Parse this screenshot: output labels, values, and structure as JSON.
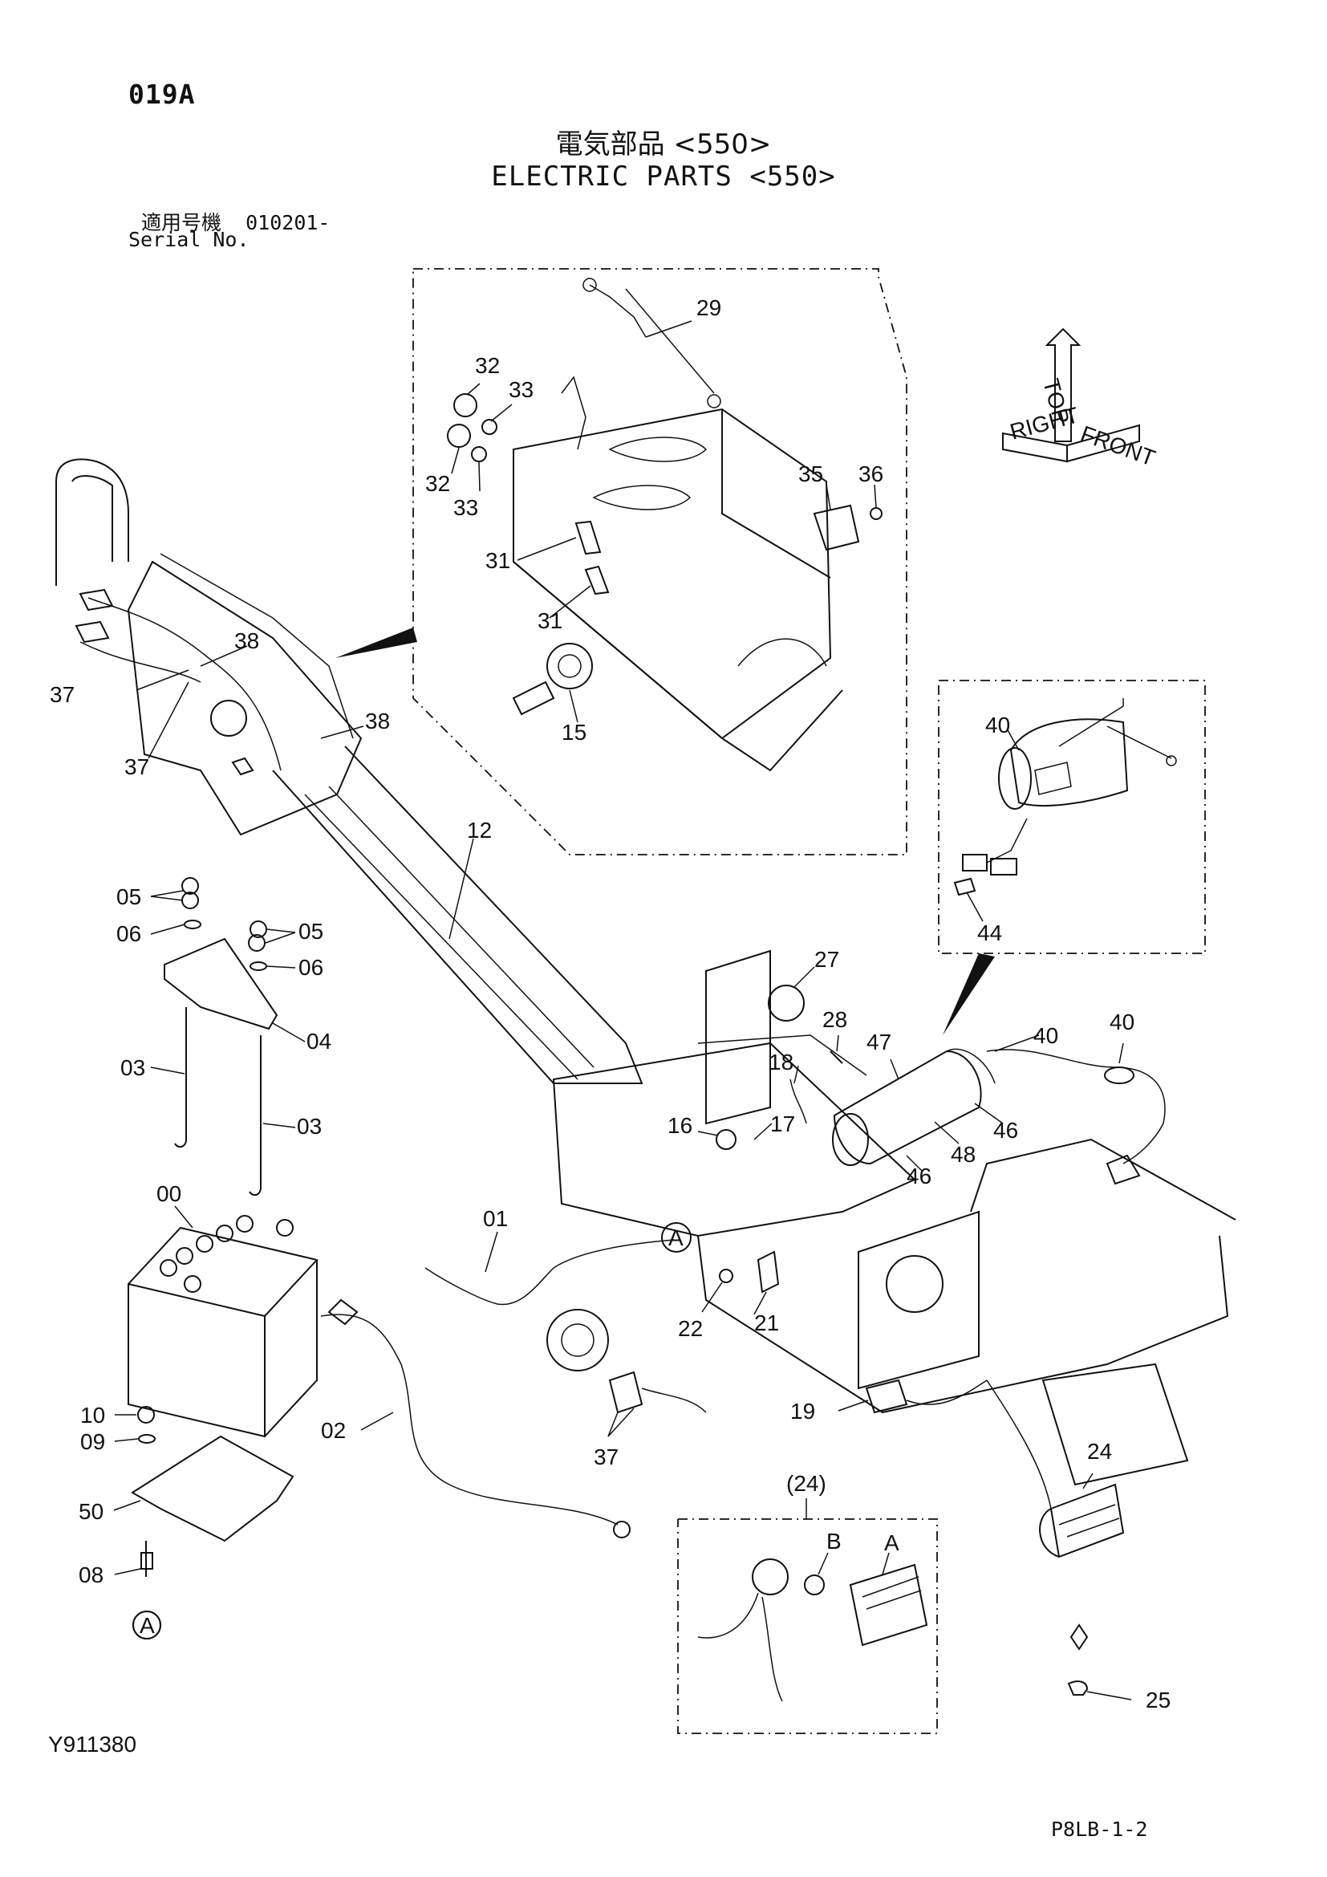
{
  "header": {
    "code": "019A",
    "title_jp": "電気部品 <550>",
    "title_en": "ELECTRIC PARTS <550>",
    "serial_label_jp": "適用号機",
    "serial_value": "010201-",
    "serial_label_en": "Serial No."
  },
  "orientation_labels": {
    "top": "TOP",
    "right": "RIGHT",
    "front": "FRONT"
  },
  "callouts": {
    "c29": "29",
    "c32a": "32",
    "c33a": "33",
    "c32b": "32",
    "c33b": "33",
    "c35": "35",
    "c36": "36",
    "c31a": "31",
    "c31b": "31",
    "c15": "15",
    "c38a": "38",
    "c37a": "37",
    "c37b": "37",
    "c38b": "38",
    "c12": "12",
    "c40a": "40",
    "c44": "44",
    "c05a": "05",
    "c06a": "06",
    "c05b": "05",
    "c06b": "06",
    "c04": "04",
    "c03a": "03",
    "c03b": "03",
    "c27": "27",
    "c28": "28",
    "c18": "18",
    "c47": "47",
    "c40b": "40",
    "c40c": "40",
    "c16": "16",
    "c17": "17",
    "c46a": "46",
    "c48": "48",
    "c46b": "46",
    "c00": "00",
    "c01": "01",
    "cA1": "A",
    "c22": "22",
    "c21": "21",
    "c10": "10",
    "c09": "09",
    "c02": "02",
    "c19": "19",
    "c37c": "37",
    "c24": "24",
    "c24p": "(24)",
    "cB": "B",
    "cA2": "A",
    "c50": "50",
    "c08": "08",
    "cA3": "A",
    "c25": "25"
  },
  "footer": {
    "doc_code": "Y911380",
    "page_code": "P8LB-1-2"
  }
}
